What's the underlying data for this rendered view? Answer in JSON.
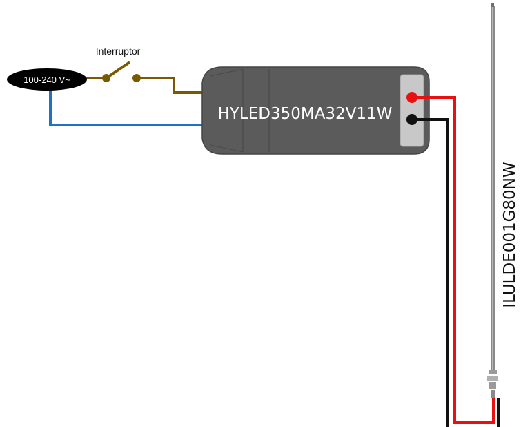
{
  "source": {
    "label": "100-240 V~"
  },
  "switch": {
    "label": "Interruptor"
  },
  "driver": {
    "label": "HYLED350MA32V11W"
  },
  "led_strip": {
    "label": "ILULDE001G80NW"
  },
  "colors": {
    "live_wire": "#7a5a00",
    "neutral_wire": "#1f73c2",
    "positive_wire": "#e81010",
    "negative_wire": "#111111",
    "driver_body": "#5b5b5b",
    "terminal_block": "#c8c8c8",
    "source_fill": "#000000"
  }
}
